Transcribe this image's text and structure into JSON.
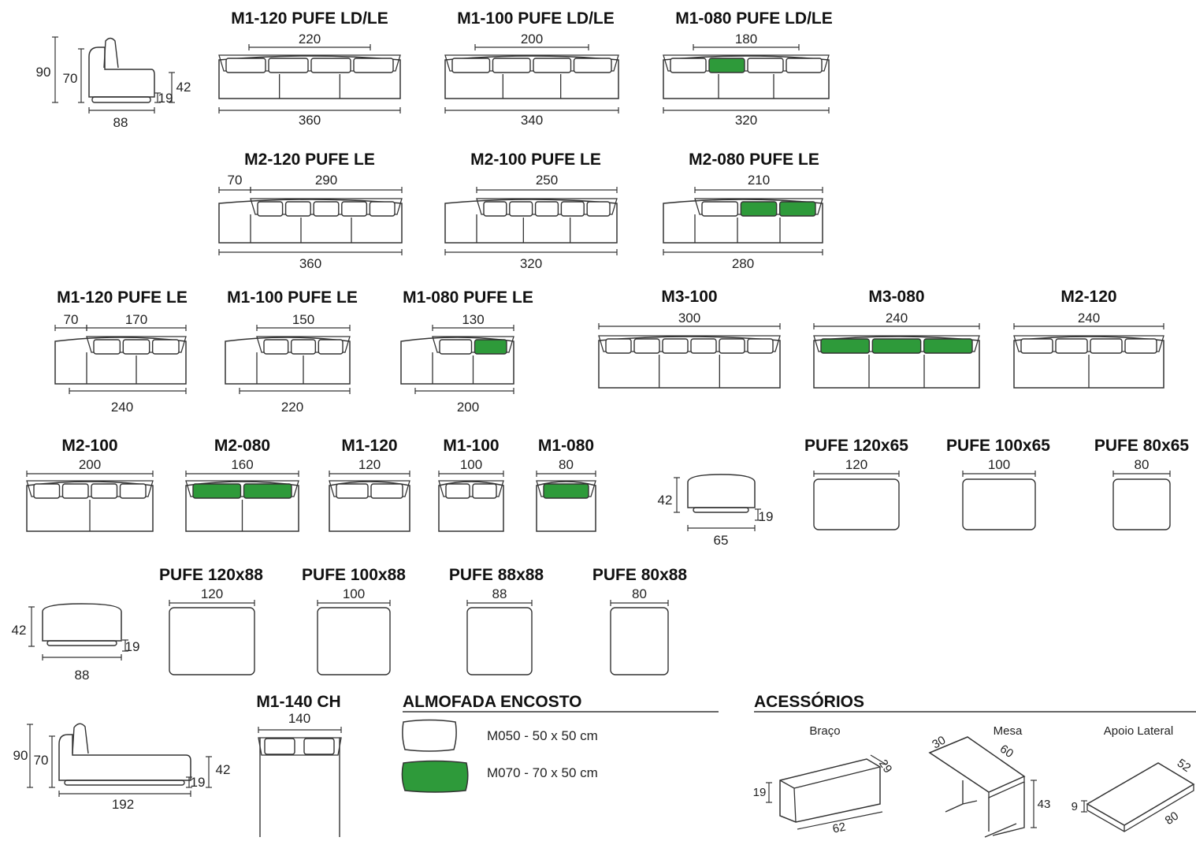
{
  "colors": {
    "ink": "#333333",
    "green_cushion": "#2e9a3a",
    "background": "#ffffff"
  },
  "side_view": {
    "h_total": "90",
    "h_back": "70",
    "h_seat": "42",
    "h_base": "19",
    "depth": "88"
  },
  "row1": [
    {
      "title": "M1-120 PUFE LD/LE",
      "top": "220",
      "bottom": "360",
      "green": false
    },
    {
      "title": "M1-100 PUFE LD/LE",
      "top": "200",
      "bottom": "340",
      "green": false
    },
    {
      "title": "M1-080 PUFE LD/LE",
      "top": "180",
      "bottom": "320",
      "green": true
    }
  ],
  "row2": [
    {
      "title": "M2-120 PUFE LE",
      "top_left": "70",
      "top": "290",
      "bottom": "360",
      "green": false
    },
    {
      "title": "M2-100 PUFE LE",
      "top": "250",
      "bottom": "320",
      "green": false
    },
    {
      "title": "M2-080 PUFE LE",
      "top": "210",
      "bottom": "280",
      "green": true
    }
  ],
  "row3_le": [
    {
      "title": "M1-120 PUFE LE",
      "top_left": "70",
      "top": "170",
      "bottom": "240",
      "green": false
    },
    {
      "title": "M1-100 PUFE LE",
      "top": "150",
      "bottom": "220",
      "green": false
    },
    {
      "title": "M1-080 PUFE LE",
      "top": "130",
      "bottom": "200",
      "green": true
    }
  ],
  "row3_mod": [
    {
      "title": "M3-100",
      "top": "300",
      "green": false
    },
    {
      "title": "M3-080",
      "top": "240",
      "green": true
    },
    {
      "title": "M2-120",
      "top": "240",
      "green": false
    }
  ],
  "row4_mod": [
    {
      "title": "M2-100",
      "top": "200",
      "green": false
    },
    {
      "title": "M2-080",
      "top": "160",
      "green": true
    },
    {
      "title": "M1-120",
      "top": "120",
      "green": false
    },
    {
      "title": "M1-100",
      "top": "100",
      "green": false
    },
    {
      "title": "M1-080",
      "top": "80",
      "green": true
    }
  ],
  "pufe65_side": {
    "height": "42",
    "base": "19",
    "depth": "65"
  },
  "pufe65": [
    {
      "title": "PUFE 120x65",
      "top": "120"
    },
    {
      "title": "PUFE 100x65",
      "top": "100"
    },
    {
      "title": "PUFE 80x65",
      "top": "80"
    }
  ],
  "pufe88_side": {
    "height": "42",
    "base": "19",
    "depth": "88"
  },
  "pufe88": [
    {
      "title": "PUFE 120x88",
      "top": "120"
    },
    {
      "title": "PUFE 100x88",
      "top": "100"
    },
    {
      "title": "PUFE 88x88",
      "top": "88"
    },
    {
      "title": "PUFE 80x88",
      "top": "80"
    }
  ],
  "chaise_side": {
    "h_total": "90",
    "h_back": "70",
    "h_seat": "42",
    "h_base": "19",
    "depth": "192"
  },
  "chaise": {
    "title": "M1-140 CH",
    "top": "140"
  },
  "cushions": {
    "title": "ALMOFADA ENCOSTO",
    "items": [
      {
        "label": "M050 - 50 x 50 cm",
        "green": false
      },
      {
        "label": "M070 - 70 x 50 cm",
        "green": true
      }
    ]
  },
  "accessories": {
    "title": "ACESSÓRIOS",
    "braco": {
      "label": "Braço",
      "h": "19",
      "w": "29",
      "l": "62"
    },
    "mesa": {
      "label": "Mesa",
      "d": "30",
      "w": "60",
      "h": "43"
    },
    "apoio": {
      "label": "Apoio Lateral",
      "h": "9",
      "w": "52",
      "l": "80"
    }
  }
}
